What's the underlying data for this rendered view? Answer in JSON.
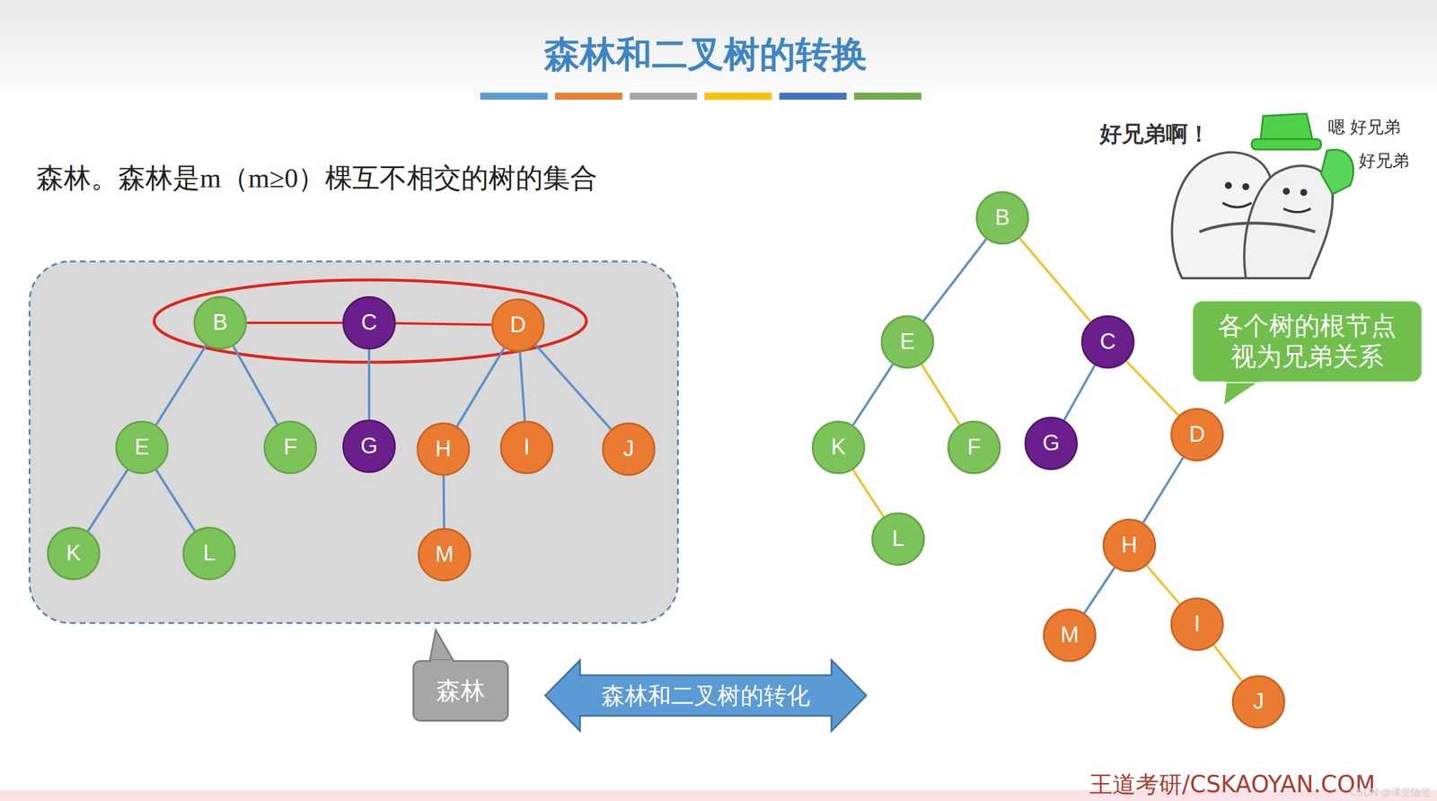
{
  "diagram": {
    "title": "森林和二叉树的转换",
    "nodes": [
      {
        "text": [
          "B"
        ]
      },
      {
        "text": [
          "C"
        ]
      },
      {
        "text": [
          "D"
        ]
      },
      {
        "text": [
          "E"
        ]
      },
      {
        "text": [
          "F"
        ]
      },
      {
        "text": [
          "G"
        ]
      },
      {
        "text": [
          "H"
        ]
      },
      {
        "text": [
          "I"
        ]
      },
      {
        "text": [
          "J"
        ]
      },
      {
        "text": [
          "K"
        ]
      },
      {
        "text": [
          "L"
        ]
      },
      {
        "text": [
          "M"
        ]
      },
      {
        "text": [
          "森林"
        ]
      },
      {
        "text": [
          "森林和二叉树的转化"
        ]
      },
      {
        "text": [
          "B"
        ]
      },
      {
        "text": [
          "E"
        ]
      },
      {
        "text": [
          "C"
        ]
      },
      {
        "text": [
          "K"
        ]
      },
      {
        "text": [
          "F"
        ]
      },
      {
        "text": [
          "G"
        ]
      },
      {
        "text": [
          "D"
        ]
      },
      {
        "text": [
          "L"
        ]
      },
      {
        "text": [
          "H"
        ]
      },
      {
        "text": [
          "M"
        ]
      },
      {
        "text": [
          "I"
        ]
      },
      {
        "text": [
          "J"
        ]
      },
      {
        "text": [
          "各个树的根节点 视为兄弟关系"
        ]
      }
    ],
    "edges": [
      {
        "from": 0,
        "to": 1,
        "arrow": "none"
      },
      {
        "from": 1,
        "to": 2,
        "arrow": "none"
      },
      {
        "from": 0,
        "to": 3,
        "arrow": "none"
      },
      {
        "from": 0,
        "to": 4,
        "arrow": "none"
      },
      {
        "from": 3,
        "to": 9,
        "arrow": "none"
      },
      {
        "from": 3,
        "to": 10,
        "arrow": "none"
      },
      {
        "from": 1,
        "to": 5,
        "arrow": "none"
      },
      {
        "from": 2,
        "to": 6,
        "arrow": "none"
      },
      {
        "from": 2,
        "to": 7,
        "arrow": "none"
      },
      {
        "from": 2,
        "to": 8,
        "arrow": "none"
      },
      {
        "from": 6,
        "to": 11,
        "arrow": "none"
      },
      {
        "from": 14,
        "to": 15,
        "arrow": "none"
      },
      {
        "from": 14,
        "to": 16,
        "arrow": "none"
      },
      {
        "from": 15,
        "to": 17,
        "arrow": "none"
      },
      {
        "from": 15,
        "to": 18,
        "arrow": "none"
      },
      {
        "from": 17,
        "to": 21,
        "arrow": "none"
      },
      {
        "from": 16,
        "to": 19,
        "arrow": "none"
      },
      {
        "from": 16,
        "to": 20,
        "arrow": "none"
      },
      {
        "from": 20,
        "to": 22,
        "arrow": "none"
      },
      {
        "from": 22,
        "to": 23,
        "arrow": "none"
      },
      {
        "from": 22,
        "to": 24,
        "arrow": "none"
      },
      {
        "from": 24,
        "to": 25,
        "arrow": "none"
      }
    ],
    "labels": [
      "森林。森林是m（m≥0）棵互不相交的树的集合",
      "好兄弟啊！",
      "嗯 好兄弟",
      "好兄弟",
      "王道考研/CSKAOYAN.COM",
      "CSDN @课堂随笔"
    ]
  }
}
